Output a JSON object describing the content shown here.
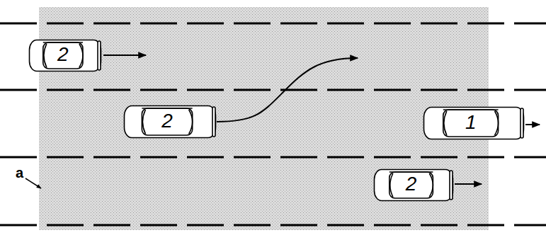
{
  "diagram": {
    "nodes": [
      {
        "text": [
          "2"
        ]
      },
      {
        "text": [
          "2"
        ]
      },
      {
        "text": [
          "1"
        ]
      },
      {
        "text": [
          "2"
        ]
      }
    ],
    "labels": [
      "a"
    ]
  }
}
